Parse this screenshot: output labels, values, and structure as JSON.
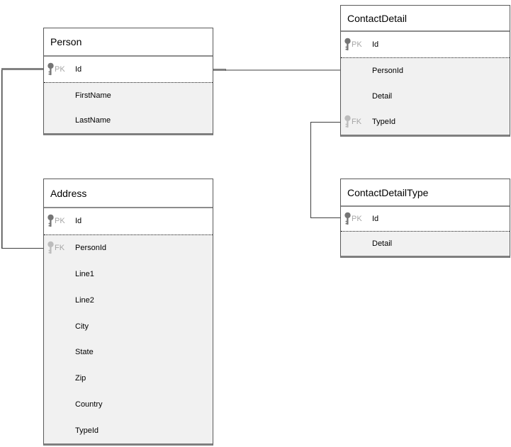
{
  "diagram": {
    "type": "entity-relationship",
    "colors": {
      "canvas_background": "#ffffff",
      "entity_header_bg": "#ffffff",
      "entity_pk_row_bg": "#ffffff",
      "entity_body_row_bg": "#f1f1f1",
      "entity_border": "#5a5a5a",
      "entity_bottom_border": "#7f7f7f",
      "connector": "#3f3f3f",
      "connector_stub": "#818181",
      "primary_key_icon": "#757575",
      "foreign_key_icon": "#bcbcbc",
      "key_label_text": "#a6a6a6",
      "field_text": "#000000"
    },
    "entities": [
      {
        "id": "person",
        "title": "Person",
        "pk_rows": [
          {
            "key": "PK",
            "name": "Id"
          }
        ],
        "body_rows": [
          {
            "key": null,
            "name": "FirstName"
          },
          {
            "key": null,
            "name": "LastName"
          }
        ]
      },
      {
        "id": "contact-detail",
        "title": "ContactDetail",
        "pk_rows": [
          {
            "key": "PK",
            "name": "Id"
          }
        ],
        "body_rows": [
          {
            "key": null,
            "name": "PersonId"
          },
          {
            "key": null,
            "name": "Detail"
          },
          {
            "key": "FK",
            "name": "TypeId"
          }
        ]
      },
      {
        "id": "address",
        "title": "Address",
        "pk_rows": [
          {
            "key": "PK",
            "name": "Id"
          }
        ],
        "body_rows": [
          {
            "key": "FK",
            "name": "PersonId"
          },
          {
            "key": null,
            "name": "Line1"
          },
          {
            "key": null,
            "name": "Line2"
          },
          {
            "key": null,
            "name": "City"
          },
          {
            "key": null,
            "name": "State"
          },
          {
            "key": null,
            "name": "Zip"
          },
          {
            "key": null,
            "name": "Country"
          },
          {
            "key": null,
            "name": "TypeId"
          }
        ]
      },
      {
        "id": "contact-detail-type",
        "title": "ContactDetailType",
        "pk_rows": [
          {
            "key": "PK",
            "name": "Id"
          }
        ],
        "body_rows": [
          {
            "key": null,
            "name": "Detail"
          }
        ]
      }
    ],
    "relationships": [
      {
        "from": "Person.Id",
        "to": "ContactDetail.PersonId"
      },
      {
        "from": "Person.Id",
        "to": "Address.PersonId"
      },
      {
        "from": "ContactDetailType.Id",
        "to": "ContactDetail.TypeId"
      }
    ]
  }
}
